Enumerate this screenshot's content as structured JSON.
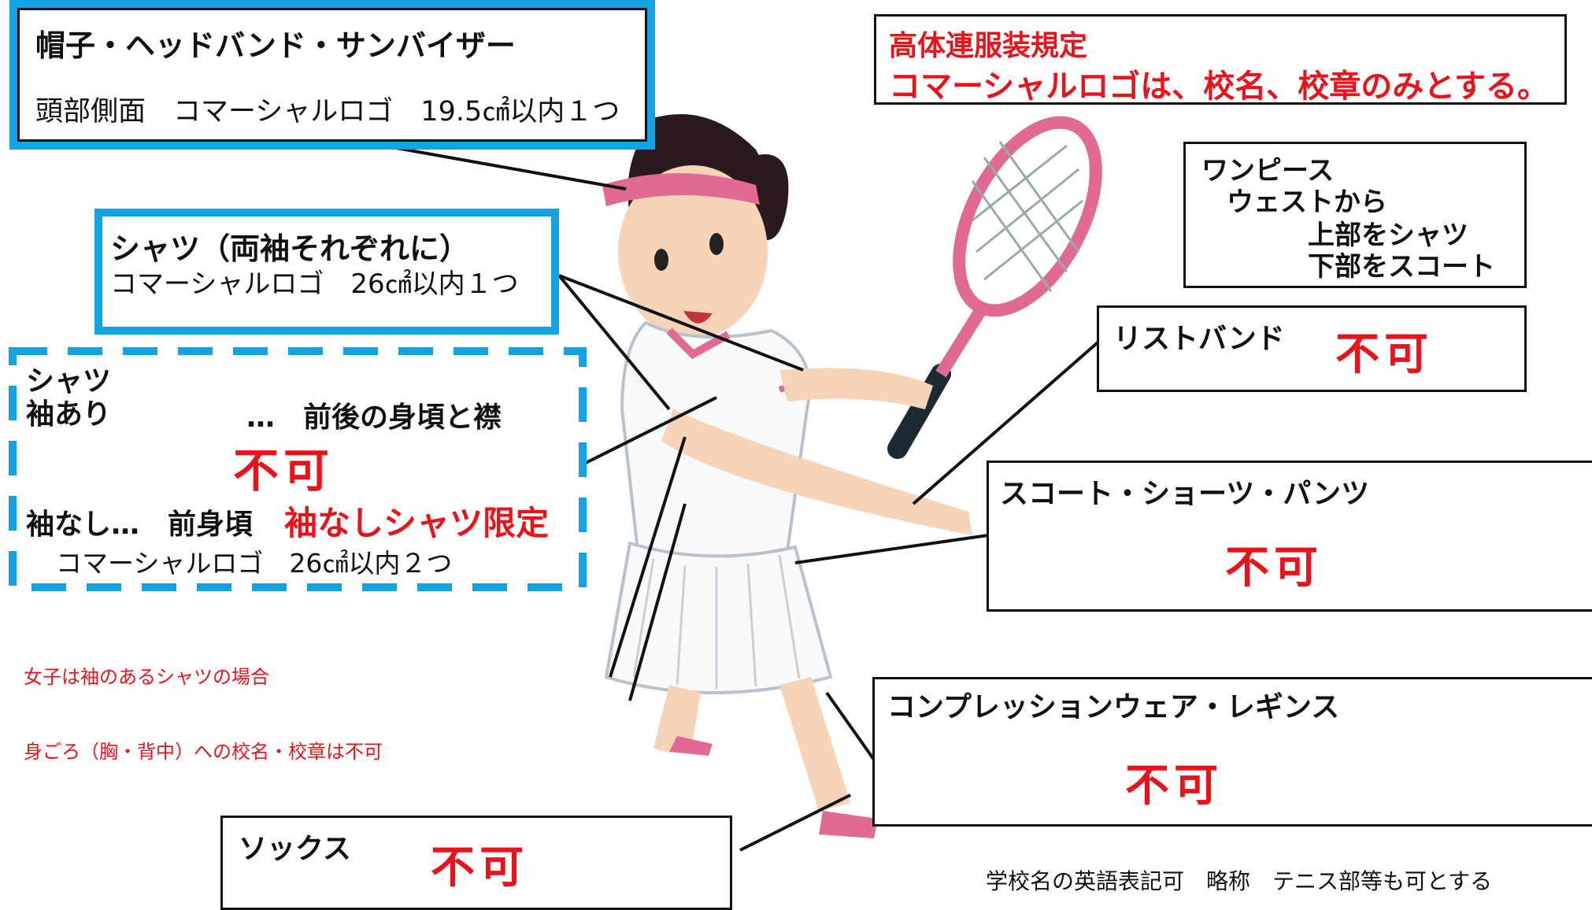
{
  "cap_box": {
    "title": "帽子・ヘッドバンド・サンバイザー",
    "rule": "頭部側面　コマーシャルロゴ　19.5㎠以内１つ"
  },
  "regulation_box": {
    "line1": "高体連服装規定",
    "line2": "コマーシャルロゴは、校名、校章のみとする。"
  },
  "onepiece_box": {
    "line1": "ワンピース",
    "line2": "ウェストから",
    "line3": "上部をシャツ",
    "line4": "下部をスコート"
  },
  "sleeve_box": {
    "title": "シャツ（両袖それぞれに）",
    "rule": "コマーシャルロゴ　26㎠以内１つ"
  },
  "shirt_box": {
    "title": "シャツ",
    "sleeved_label": "袖あり",
    "sleeved_rule": "…　前後の身頃と襟",
    "sleeved_verdict": "不可",
    "sleeveless_label": "袖なし…　前身頃",
    "sleeveless_limit": "袖なしシャツ限定",
    "sleeveless_rule": "コマーシャルロゴ　26㎠以内２つ"
  },
  "wristband_box": {
    "title": "リストバンド",
    "verdict": "不可"
  },
  "skort_box": {
    "title": "スコート・ショーツ・パンツ",
    "verdict": "不可"
  },
  "compression_box": {
    "title": "コンプレッションウェア・レギンス",
    "verdict": "不可"
  },
  "socks_box": {
    "title": "ソックス",
    "verdict": "不可"
  },
  "notes": {
    "line1": "女子は袖のあるシャツの場合",
    "line2": "身ごろ（胸・背中）への校名・校章は不可",
    "footer": "学校名の英語表記可　略称　テニス部等も可とする"
  },
  "colors": {
    "accent_blue": "#13a3e2",
    "alert_red": "#e8141b",
    "racket_pink": "#e06a93"
  }
}
